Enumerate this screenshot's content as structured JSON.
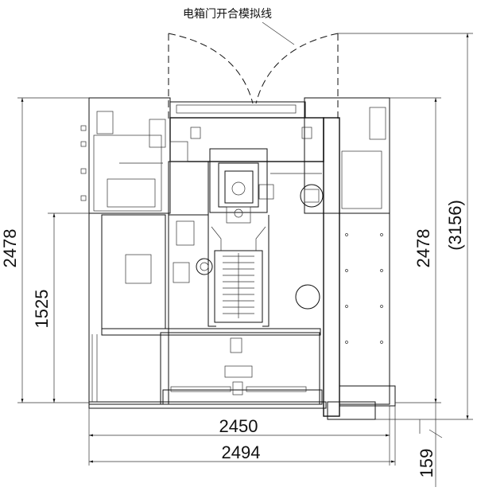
{
  "annotation": {
    "door_label": "电箱门开合模拟线"
  },
  "dimensions": {
    "left_total_height": "2478",
    "left_inner_height": "1525",
    "right_inner_height": "2478",
    "right_total_height": "(3156)",
    "width_inner": "2450",
    "width_total": "2494",
    "bottom_offset": "159"
  }
}
